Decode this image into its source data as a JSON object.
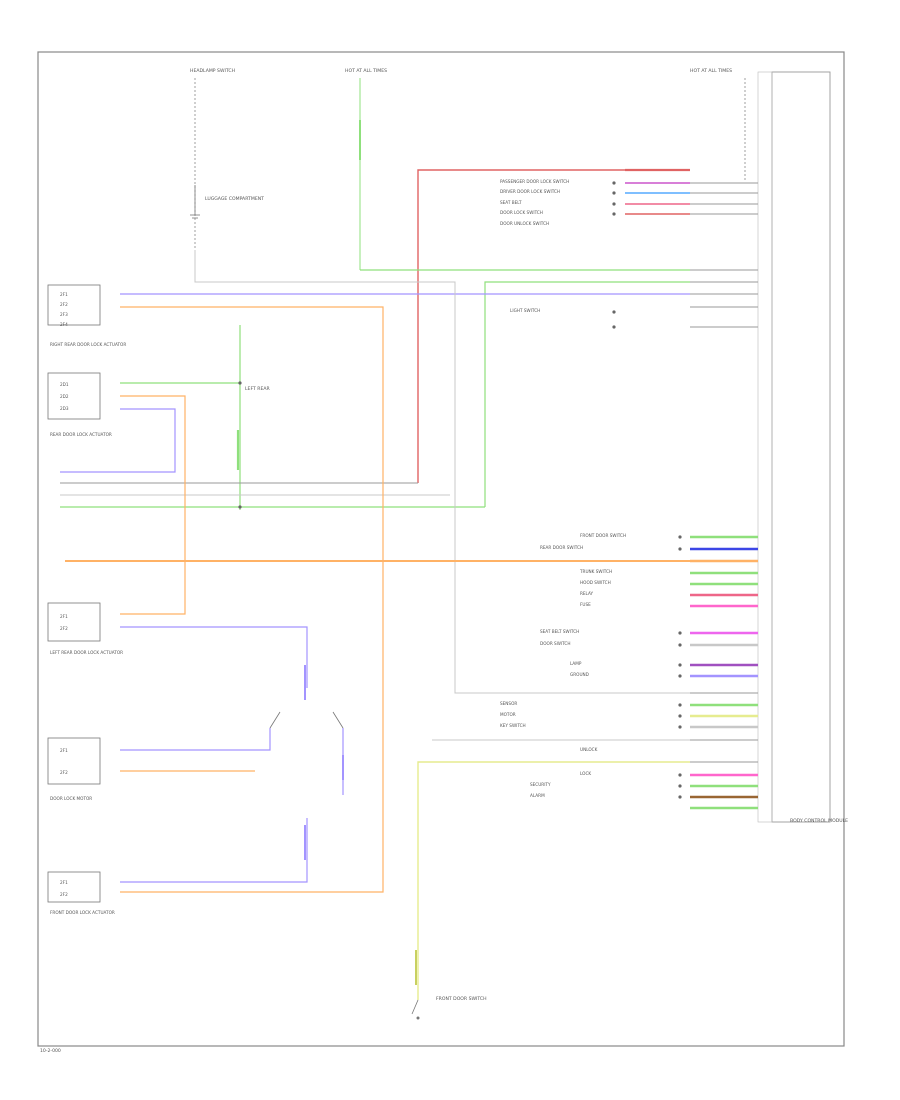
{
  "footer_code": "10-2-000",
  "colors": {
    "green": "#8fe07c",
    "orange": "#ffb266",
    "purple": "#a394ff",
    "gray": "#c8c8c8",
    "red": "#e06363",
    "yellow": "#e6ec8f",
    "blue": "#3c46e6"
  },
  "top_labels": [
    "HEADLAMP SWITCH",
    "HOT AT ALL TIMES",
    "HOT AT ALL TIMES"
  ],
  "ground_labels": [
    "LUGGAGE COMPARTMENT",
    "LEFT REAR"
  ],
  "left_connectors": [
    {
      "id": "c1",
      "pins": [
        "2F1",
        "2F2",
        "2F3",
        "2F4"
      ],
      "caption": "RIGHT REAR DOOR LOCK ACTUATOR"
    },
    {
      "id": "c2",
      "pins": [
        "2D1",
        "2D2",
        "2D3"
      ],
      "caption": "REAR DOOR LOCK ACTUATOR"
    },
    {
      "id": "c3",
      "pins": [
        "2F1",
        "2F2"
      ],
      "caption": "LEFT REAR DOOR LOCK ACTUATOR"
    },
    {
      "id": "c4",
      "pins": [
        "2F1",
        "2F2"
      ],
      "caption": "DOOR LOCK MOTOR"
    },
    {
      "id": "c5",
      "pins": [
        "2F1",
        "2F2"
      ],
      "caption": "FRONT DOOR LOCK ACTUATOR"
    }
  ],
  "right_labels": [
    "PASSENGER DOOR LOCK SWITCH",
    "DRIVER DOOR LOCK SWITCH",
    "SEAT BELT",
    "DOOR LOCK SWITCH",
    "DOOR UNLOCK SWITCH",
    "LIGHT SWITCH",
    "FRONT DOOR SWITCH",
    "REAR DOOR SWITCH",
    "TRUNK SWITCH",
    "HOOD SWITCH",
    "RELAY",
    "FUSE",
    "SEAT BELT SWITCH",
    "DOOR SWITCH",
    "LAMP",
    "GROUND",
    "SENSOR",
    "MOTOR",
    "KEY SWITCH",
    "UNLOCK",
    "LOCK",
    "SECURITY",
    "ALARM"
  ],
  "module_caption": "BODY CONTROL MODULE",
  "bottom_caption": "FRONT DOOR SWITCH"
}
